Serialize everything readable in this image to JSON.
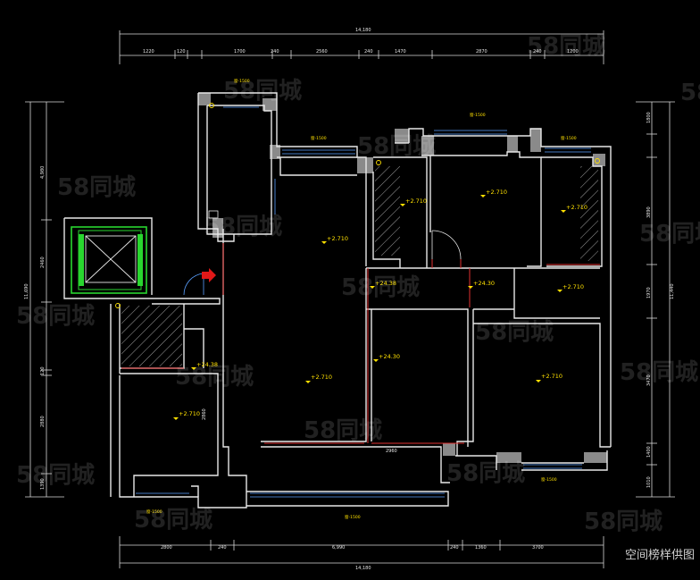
{
  "plan": {
    "overall_dim_top": "14,180",
    "overall_dim_bottom": "14,180",
    "overall_dim_left": "11,690",
    "overall_dim_right": "11,440",
    "top_dims": [
      "1220",
      "120",
      "1700",
      "240",
      "2560",
      "240",
      "1470",
      "2870",
      "240",
      "1200"
    ],
    "bottom_dims": [
      "2800",
      "240",
      "6,990",
      "240",
      "1360",
      "3700"
    ],
    "left_dims": [
      "4,980",
      "2460",
      "120",
      "2880",
      "1390"
    ],
    "right_dims": [
      "1800",
      "3890",
      "1970",
      "3470",
      "1400",
      "1010"
    ],
    "elevations": [
      {
        "id": "living",
        "text": "+2.710"
      },
      {
        "id": "dining",
        "text": "+2.710"
      },
      {
        "id": "bed1",
        "text": "+2.710"
      },
      {
        "id": "bed2",
        "text": "+2.710"
      },
      {
        "id": "bed3",
        "text": "+2.710"
      },
      {
        "id": "bath",
        "text": "+2.710"
      },
      {
        "id": "kitchen",
        "text": "+2.710"
      },
      {
        "id": "corr1",
        "text": "+24.38"
      },
      {
        "id": "corr2",
        "text": "+24.30"
      },
      {
        "id": "corr3",
        "text": "+24.30"
      },
      {
        "id": "hall",
        "text": "+24.38"
      }
    ],
    "inner_dims": [
      "2960",
      "2860"
    ],
    "window_labels": [
      "窗-1500",
      "窗-1500",
      "窗-1500",
      "窗-1500",
      "窗-1500",
      "窗-1500",
      "窗-1500"
    ]
  },
  "watermark": "58同城",
  "credit": "空间榜样供图"
}
